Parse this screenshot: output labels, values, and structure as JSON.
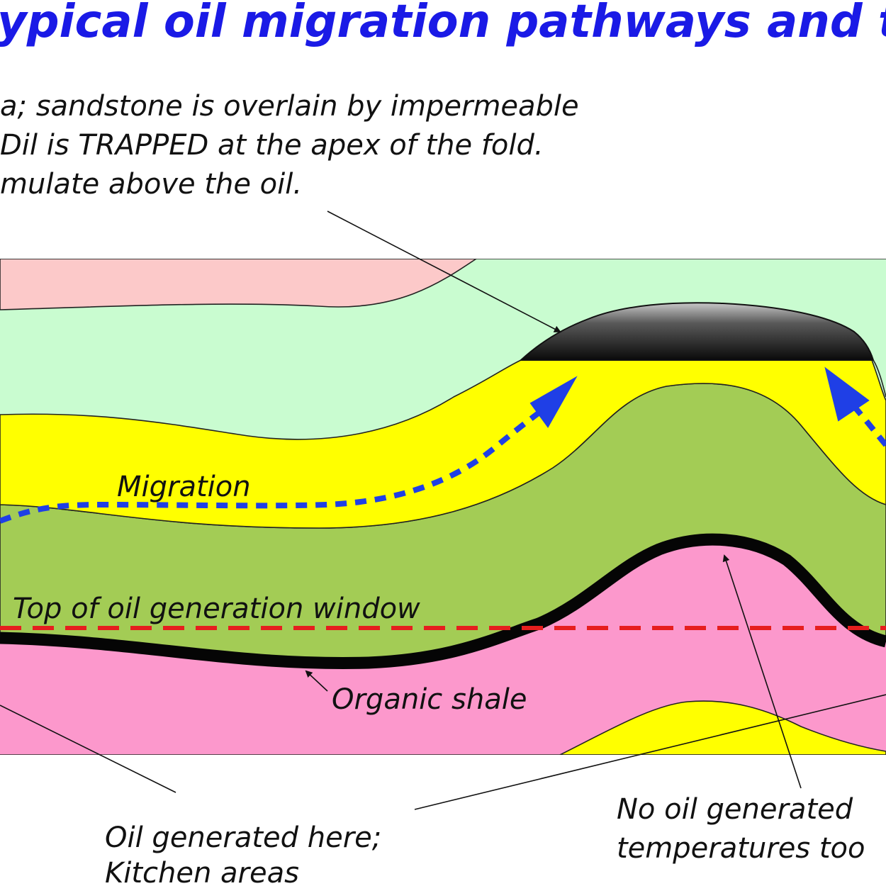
{
  "title": "ypical oil migration pathways and tra",
  "intro": {
    "line1": "a; sandstone is overlain by impermeable",
    "line2": "Dil is TRAPPED at the apex of the fold.",
    "line3": "mulate above the oil."
  },
  "labels": {
    "migration": "Migration",
    "top_window": "Top of oil generation window",
    "organic_shale": "Organic shale",
    "kitchen_line1": "Oil generated here;",
    "kitchen_line2": "Kitchen areas",
    "no_oil_line1": "No oil generated",
    "no_oil_line2": "temperatures too"
  },
  "colors": {
    "title": "#1a1ae6",
    "pink_top": "#fcc9c9",
    "green_light": "#c9fcd0",
    "sandstone": "#ffff00",
    "green_mid": "#a3cc55",
    "shale_pink": "#fc98cc",
    "oil": "#111111",
    "migration_arrow": "#1f3fe6",
    "window_line": "#e61e1e"
  }
}
